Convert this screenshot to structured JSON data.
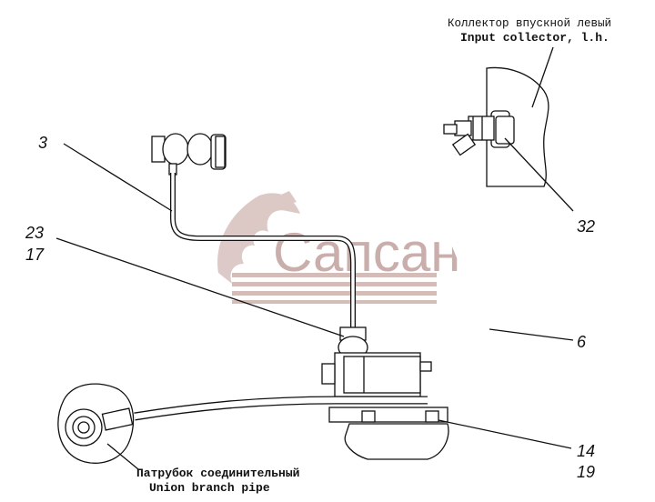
{
  "callouts": {
    "c3": "3",
    "c23": "23",
    "c17": "17",
    "c32": "32",
    "c6": "6",
    "c14": "14",
    "c19": "19"
  },
  "labels": {
    "collector_ru": "Коллектор впускной левый",
    "collector_en": "Input collector, l.h.",
    "branch_ru": "Патрубок соединительный",
    "branch_en": "Union branch pipe"
  },
  "watermark": {
    "text": "Сапсан",
    "color": "#c9aeab"
  }
}
